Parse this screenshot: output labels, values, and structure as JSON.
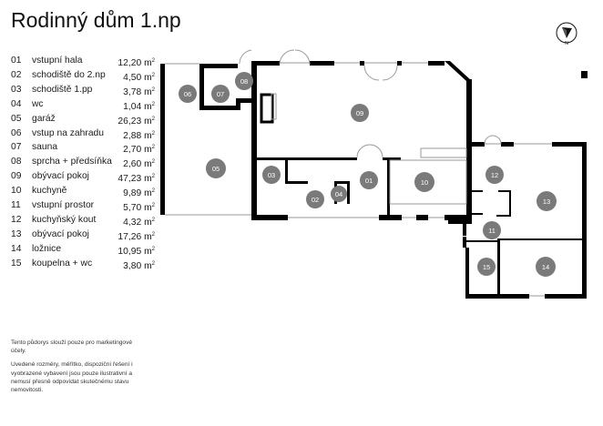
{
  "header": {
    "title": "Rodinný dům 1.np"
  },
  "legend": {
    "area_unit": "m²",
    "rooms": [
      {
        "num": "01",
        "name": "vstupní hala",
        "area": "12,20"
      },
      {
        "num": "02",
        "name": "schodiště do 2.np",
        "area": "4,50"
      },
      {
        "num": "03",
        "name": "schodiště 1.pp",
        "area": "3,78"
      },
      {
        "num": "04",
        "name": "wc",
        "area": "1,04"
      },
      {
        "num": "05",
        "name": "garáž",
        "area": "26,23"
      },
      {
        "num": "06",
        "name": "vstup na zahradu",
        "area": "2,88"
      },
      {
        "num": "07",
        "name": "sauna",
        "area": "2,70"
      },
      {
        "num": "08",
        "name": "sprcha + předsíňka",
        "area": "2,60"
      },
      {
        "num": "09",
        "name": "obývací pokoj",
        "area": "47,23"
      },
      {
        "num": "10",
        "name": "kuchyně",
        "area": "9,89"
      },
      {
        "num": "11",
        "name": "vstupní prostor",
        "area": "5,70"
      },
      {
        "num": "12",
        "name": "kuchyňský kout",
        "area": "4,32"
      },
      {
        "num": "13",
        "name": "obývací pokoj",
        "area": "17,26"
      },
      {
        "num": "14",
        "name": "ložnice",
        "area": "10,95"
      },
      {
        "num": "15",
        "name": "koupelna + wc",
        "area": "3,80"
      }
    ]
  },
  "disclaimer": {
    "p1": "Tento půdorys slouží pouze pro marketingové účely.",
    "p2": "Uvedené rozměry, měřítko, dispoziční řešení i vyobrazené vybavení jsou pouze ilustrativní a nemusí přesně odpovídat skutečnému stavu nemovitosti."
  },
  "compass": {
    "label": "N"
  },
  "plan_labels": {
    "r01": "01",
    "r02": "02",
    "r03": "03",
    "r04": "04",
    "r05": "05",
    "r06": "06",
    "r07": "07",
    "r08": "08",
    "r09": "09",
    "r10": "10",
    "r11": "11",
    "r12": "12",
    "r13": "13",
    "r14": "14",
    "r15": "15"
  },
  "colors": {
    "wall": "#000000",
    "room_badge": "#7a7a7a",
    "badge_text": "#ffffff",
    "thin_line": "#9a9a9a"
  }
}
